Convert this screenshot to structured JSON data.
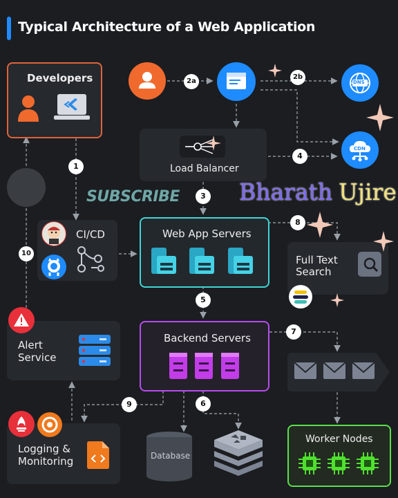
{
  "title": "Typical Architecture of a Web Application",
  "nodes": {
    "developers": "Developers",
    "cicd": "CI/CD",
    "load_balancer": "Load Balancer",
    "web_app_servers": "Web App Servers",
    "full_text_search_line1": "Full Text",
    "full_text_search_line2": "Search",
    "alert_service_line1": "Alert",
    "alert_service_line2": "Service",
    "backend_servers": "Backend Servers",
    "logging_line1": "Logging &",
    "logging_line2": "Monitoring",
    "database": "Database",
    "worker_nodes": "Worker Nodes"
  },
  "badges": {
    "dns": "DNS",
    "cdn": "CDN"
  },
  "steps": [
    "1",
    "2a",
    "2b",
    "3",
    "4",
    "5",
    "6",
    "7",
    "8",
    "9",
    "10"
  ],
  "overlays": {
    "subscribe": "SUBSCRIBE",
    "watermark_first": "Bharath",
    "watermark_last": "Ujire"
  },
  "colors": {
    "background": "#1b1d21",
    "developers_border": "#e0643a",
    "web_app_border": "#3fd6d6",
    "backend_border": "#b84cf0",
    "worker_border": "#5ae04a",
    "accent_blue": "#1e8bff",
    "user_orange": "#f06a2e"
  }
}
